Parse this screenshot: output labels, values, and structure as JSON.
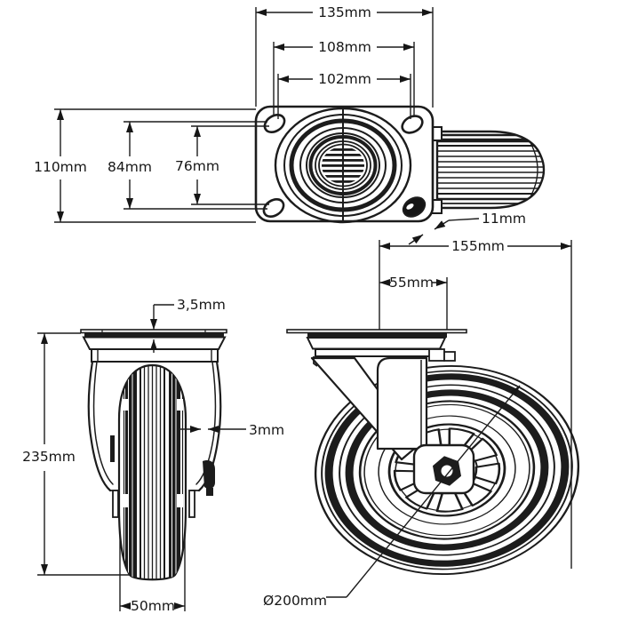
{
  "page": {
    "background": "#ffffff",
    "line_color": "#1c1c1c",
    "description": "Technical dimension drawing of a swivel plate castor wheel, three orthographic views"
  },
  "views": {
    "top_view": "mounting plate top view",
    "front_view": "wheel front view",
    "side_view": "swivel castor side view"
  },
  "dimensions": {
    "plate_length": "135mm",
    "bolt_spacing_outer": "108mm",
    "bolt_spacing_inner": "102mm",
    "plate_width": "110mm",
    "bolt_spacing_width_outer": "84mm",
    "bolt_spacing_width_inner": "76mm",
    "bolt_hole_diameter": "11mm",
    "overall_length": "155mm",
    "swivel_offset": "55mm",
    "plate_thickness": "3,5mm",
    "bracket_thickness": "3mm",
    "overall_height": "235mm",
    "wheel_width": "50mm",
    "wheel_diameter": "Ø200mm"
  }
}
